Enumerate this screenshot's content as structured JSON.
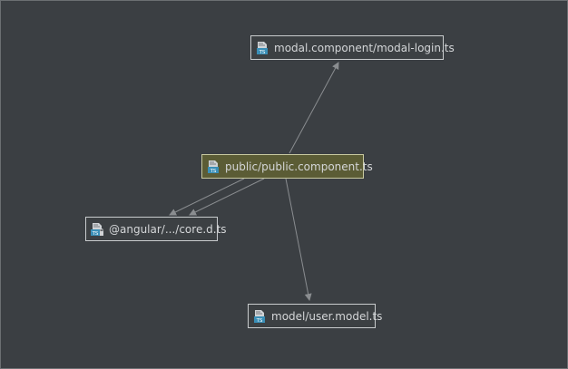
{
  "diagram": {
    "nodes": [
      {
        "id": "modal",
        "label": "modal.component/modal-login.ts",
        "icon": "typescript-file-icon"
      },
      {
        "id": "public",
        "label": "public/public.component.ts",
        "icon": "typescript-file-icon",
        "selected": true
      },
      {
        "id": "core",
        "label": "@angular/.../core.d.ts",
        "icon": "typescript-library-file-icon"
      },
      {
        "id": "user",
        "label": "model/user.model.ts",
        "icon": "typescript-file-icon"
      }
    ],
    "edges": [
      {
        "from": "public",
        "to": "modal"
      },
      {
        "from": "public",
        "to": "core"
      },
      {
        "from": "public",
        "to": "core"
      },
      {
        "from": "public",
        "to": "user"
      }
    ]
  },
  "colors": {
    "background": "#3b3f43",
    "node_background": "#3c4043",
    "node_selected_background": "#5b5c35",
    "node_border": "#c9ccce",
    "edge": "#8a8d90",
    "ts_icon": "#3a8fb7"
  }
}
